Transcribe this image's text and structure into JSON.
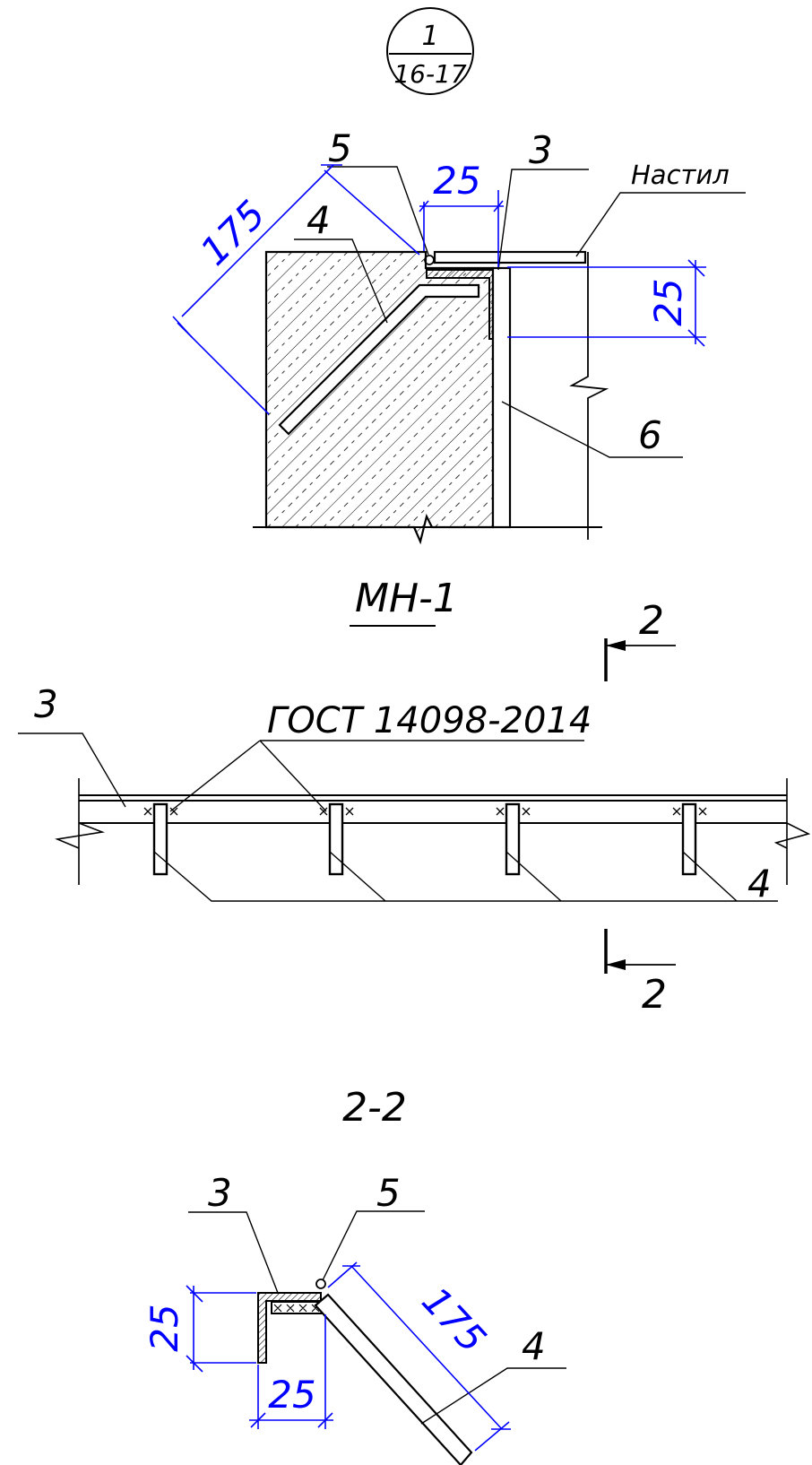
{
  "detail_marker": {
    "number": "1",
    "sheets": "16-17"
  },
  "section1": {
    "label_5": "5",
    "label_3": "3",
    "label_4": "4",
    "label_6": "6",
    "deck_label": "Настил",
    "dim_top": "25",
    "dim_diag": "175",
    "dim_right": "25"
  },
  "view_mn1": {
    "title": "МН-1",
    "standard": "ГОСТ 14098-2014",
    "label_3": "3",
    "label_4": "4",
    "cut_top": "2",
    "cut_bottom": "2"
  },
  "section22": {
    "title": "2-2",
    "label_3": "3",
    "label_5": "5",
    "label_4": "4",
    "dim_left": "25",
    "dim_bottom": "25",
    "dim_diag": "175"
  },
  "colors": {
    "lines": "#000000",
    "dimensions": "#0000ff"
  }
}
